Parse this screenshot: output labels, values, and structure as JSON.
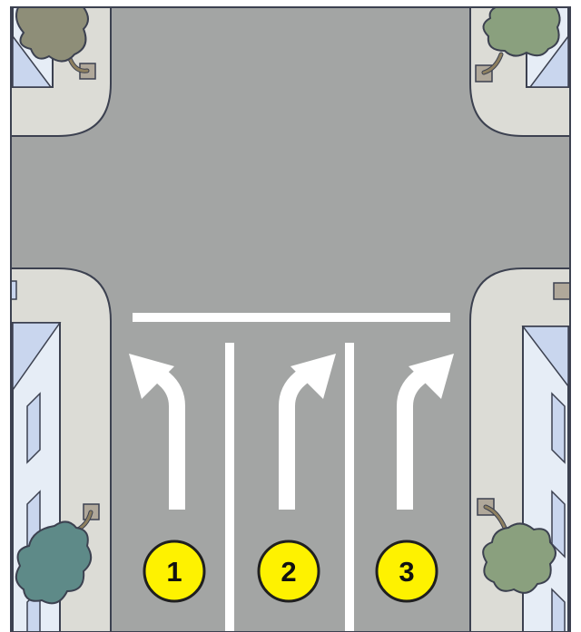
{
  "diagram": {
    "lane_labels": [
      "1",
      "2",
      "3"
    ],
    "lane_arrows": [
      "straight-ahead-bend-left",
      "straight-ahead-bend-right",
      "straight-ahead-bend-right"
    ]
  },
  "colors": {
    "road": "#a3a5a4",
    "sidewalk": "#dcdcd6",
    "outline": "#3c4150",
    "marking": "#ffffff",
    "badge_fill": "#fef200",
    "badge_stroke": "#1f1f1f",
    "tree_light": "#8aa07e",
    "tree_teal": "#5e8a88",
    "tree_olive": "#8e8e78",
    "building_face": "#e6edf6",
    "building_roof": "#c9d6ee"
  }
}
